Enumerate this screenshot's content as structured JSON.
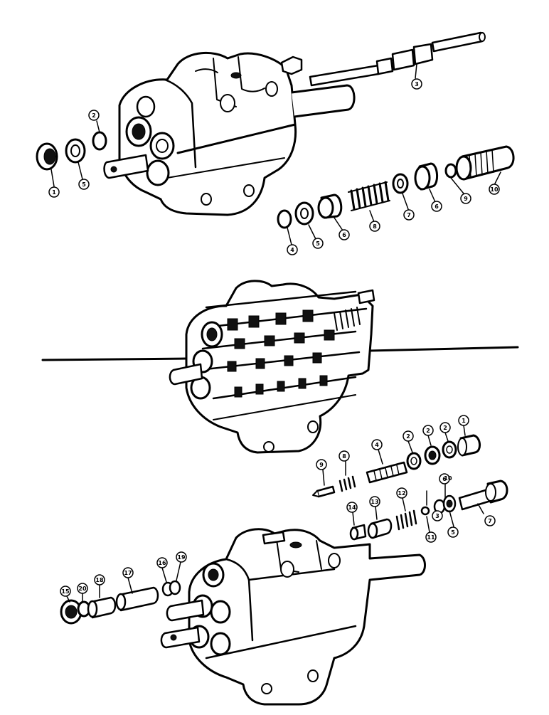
{
  "diagram": {
    "top_labels": [
      "1",
      "2",
      "3",
      "4",
      "5",
      "5",
      "6",
      "6",
      "7",
      "8",
      "9",
      "10"
    ],
    "bottom_labels": [
      "1",
      "2",
      "2",
      "2",
      "3",
      "4",
      "5",
      "6",
      "7",
      "8",
      "9",
      "10",
      "11",
      "12",
      "13",
      "14",
      "15",
      "16",
      "17",
      "18",
      "19",
      "20"
    ]
  }
}
